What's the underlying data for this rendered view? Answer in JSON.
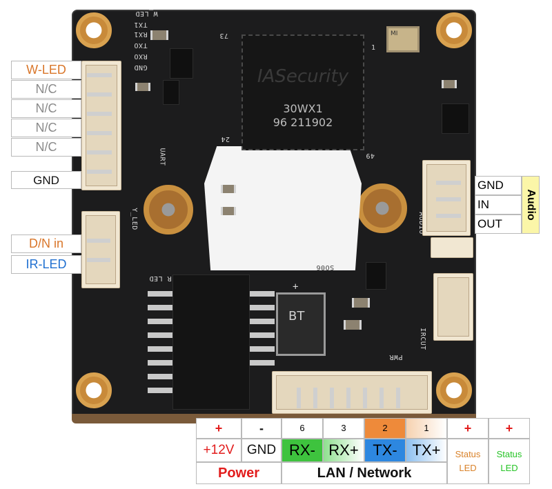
{
  "board": {
    "chip_brand": "IASecurity",
    "chip_model": "30WX1",
    "chip_code": "96 211902",
    "crystal_mark": "MI",
    "silkscreen": [
      "W_LED",
      "TX1",
      "RX1",
      "TXO",
      "RXO",
      "GND",
      "UART",
      "Y_LED",
      "R LED",
      "AUDIO",
      "IRCUT",
      "PWR",
      "BT",
      "73",
      "24",
      "49",
      "1",
      "+",
      "SO06"
    ]
  },
  "left_labels": [
    {
      "text": "W-LED",
      "color": "#d9762a"
    },
    {
      "text": "N/C",
      "color": "#8a8a8a"
    },
    {
      "text": "N/C",
      "color": "#8a8a8a"
    },
    {
      "text": "N/C",
      "color": "#8a8a8a"
    },
    {
      "text": "N/C",
      "color": "#8a8a8a"
    },
    {
      "text": "GND",
      "color": "#111111"
    },
    {
      "text": "D/N in",
      "color": "#d9762a"
    },
    {
      "text": "IR-LED",
      "color": "#1f6fd0"
    }
  ],
  "audio": {
    "title": "Audio",
    "rows": [
      "GND",
      "IN",
      "OUT"
    ]
  },
  "bottom_table": {
    "signs": [
      "+",
      "-",
      "6",
      "3",
      "2",
      "1",
      "+",
      "+"
    ],
    "labels": [
      "+12V",
      "GND",
      "RX-",
      "RX+",
      "TX-",
      "TX+",
      "Status LED",
      "Status LED"
    ],
    "group_power": "Power",
    "group_lan": "LAN / Network",
    "colors": {
      "red": "#e21c1c",
      "green": "#3ec33e",
      "blue": "#2d87e0",
      "orange_bg": "#ee8a3a",
      "light_orange_bg": "#f6d2b0",
      "status_orange": "#d9822a",
      "status_green": "#26c426"
    }
  }
}
